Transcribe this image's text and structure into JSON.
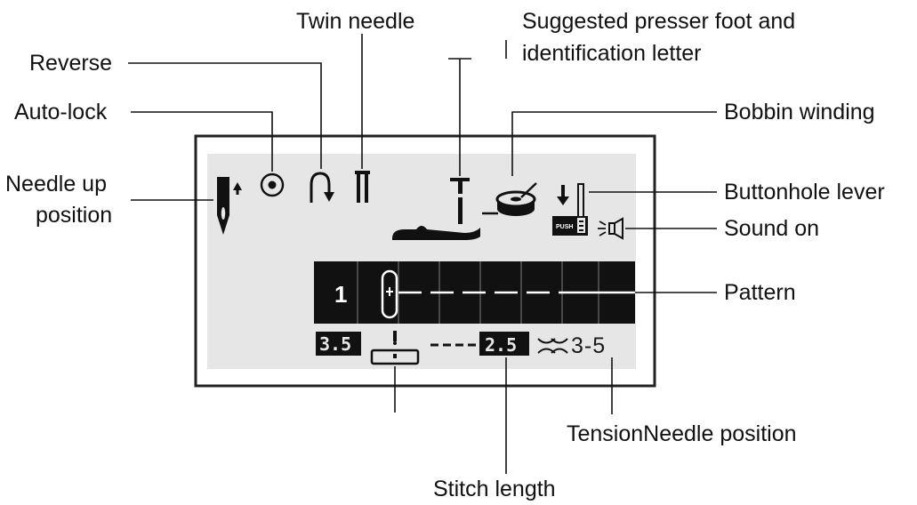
{
  "labels": {
    "twin_needle": "Twin needle",
    "presser_foot_line1": "Suggested presser foot and",
    "presser_foot_line2": "identification letter",
    "reverse": "Reverse",
    "auto_lock": "Auto-lock",
    "bobbin_winding": "Bobbin winding",
    "needle_up_line1": "Needle up",
    "needle_up_line2": "position",
    "buttonhole_lever": "Buttonhole lever",
    "sound_on": "Sound on",
    "pattern": "Pattern",
    "tension_needle_position": "TensionNeedle position",
    "stitch_length": "Stitch length"
  },
  "display": {
    "pattern_number": "1",
    "stitch_width": "3.5",
    "stitch_length": "2.5",
    "tension": "3-5",
    "push_label": "PUSH"
  },
  "colors": {
    "lcd_background": "#e6e6e6",
    "lcd_ink": "#111111",
    "frame": "#222222"
  }
}
